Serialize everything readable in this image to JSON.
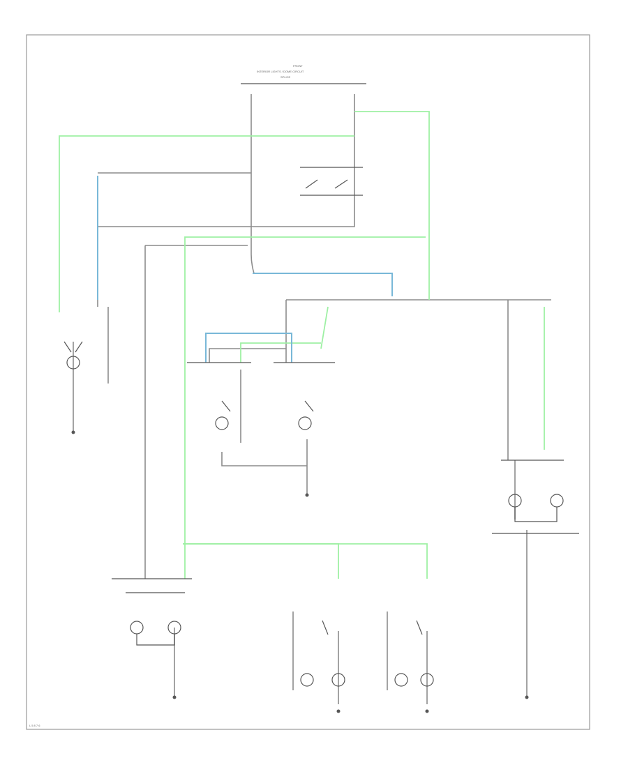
{
  "diagram": {
    "header_labels": [
      "FRONT",
      "INTERIOR LIGHTS / DOME CIRCUIT",
      "SPLICE"
    ],
    "footer_code": "L 5 8 7 6"
  }
}
